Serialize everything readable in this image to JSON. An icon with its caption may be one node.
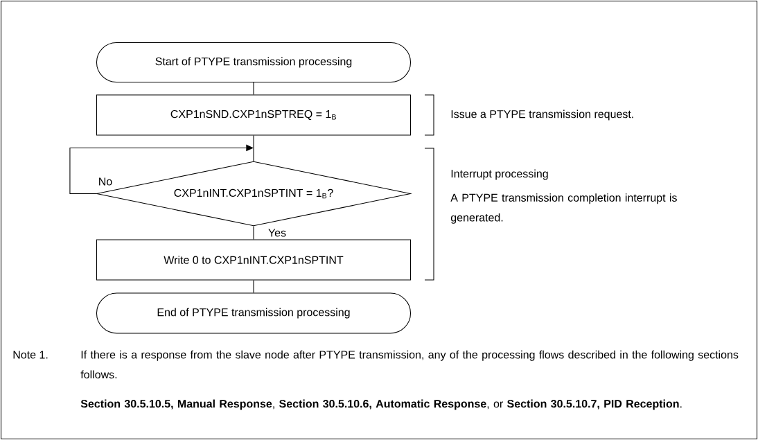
{
  "diagram": {
    "nodes": [
      {
        "text": [
          "Start of PTYPE transmission processing"
        ]
      },
      {
        "text": [
          "CXP1nSND.CXP1nSPTREQ = 1$_{B}$"
        ]
      },
      {
        "text": [
          "CXP1nINT.CXP1nSPTINT = 1$_{B}$?"
        ]
      },
      {
        "text": [
          "Write 0 to CXP1nINT.CXP1nSPTINT"
        ]
      },
      {
        "text": [
          "End of PTYPE transmission processing"
        ]
      }
    ],
    "edges": [
      {
        "from": 0,
        "to": 1,
        "arrow": "none"
      },
      {
        "from": 1,
        "to": 2,
        "arrow": "none"
      },
      {
        "from": 2,
        "to": 2,
        "arrow": "to",
        "label": "No"
      },
      {
        "from": 2,
        "to": 3,
        "arrow": "none",
        "label": "Yes"
      },
      {
        "from": 3,
        "to": 4,
        "arrow": "none"
      }
    ],
    "labels": [
      "Issue a PTYPE transmission request.",
      "Interrupt processing",
      "A PTYPE transmission completion interrupt is generated.",
      "Note 1.",
      "If there is a response from the slave node after PTYPE transmission, any of the processing flows described in the following sections follows.",
      "**Section 30.5.10.5, Manual Response**, **Section 30.5.10.6, Automatic Response**, or **Section 30.5.10.7, PID Reception**."
    ]
  }
}
